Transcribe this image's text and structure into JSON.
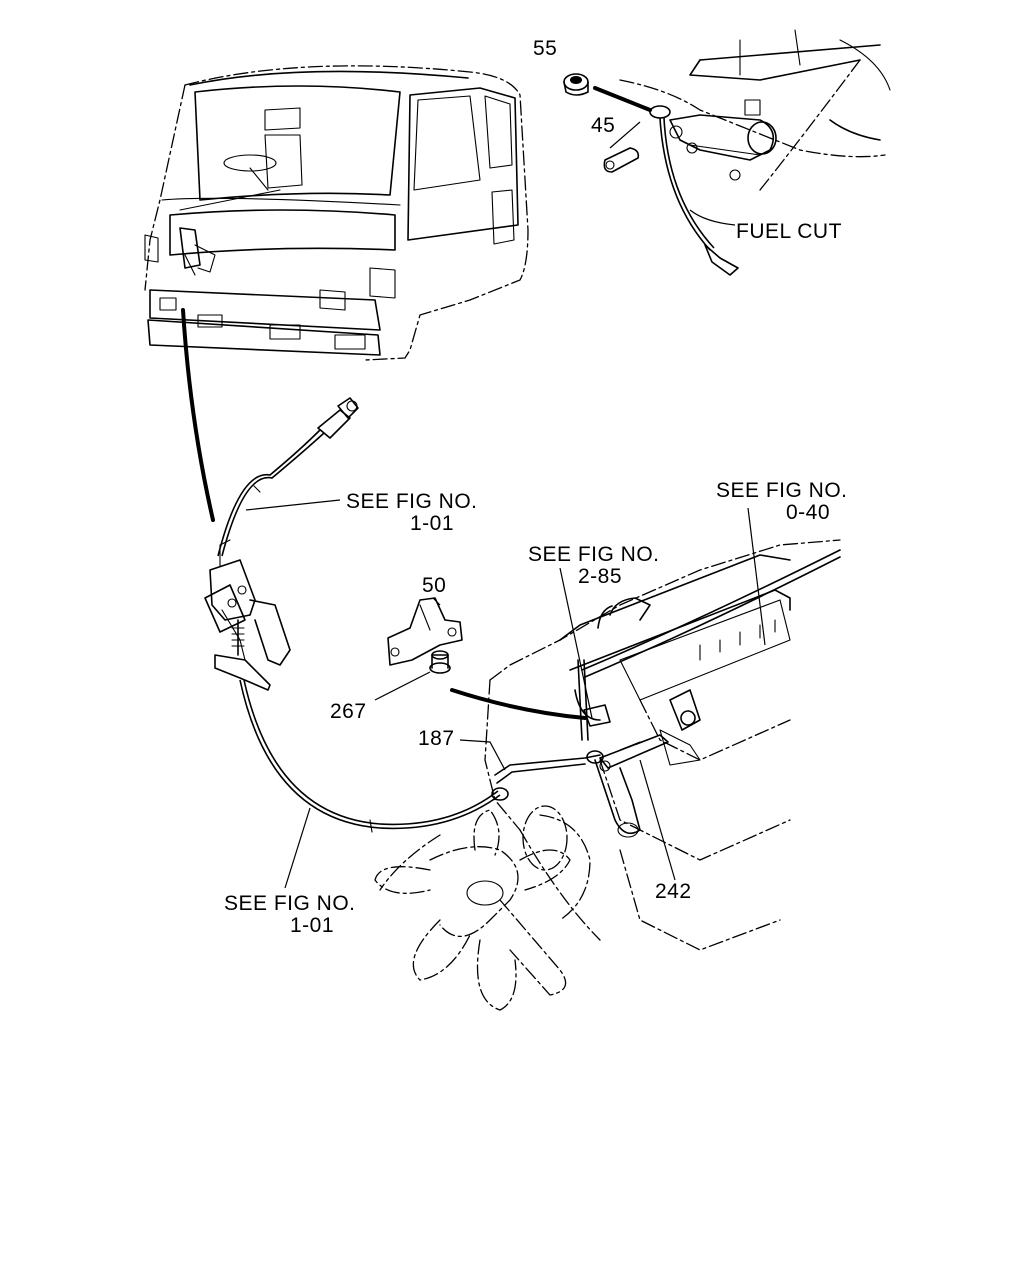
{
  "callouts": {
    "c55": "55",
    "c45": "45",
    "c50": "50",
    "c267": "267",
    "c187": "187",
    "c242": "242"
  },
  "labels": {
    "fuel_cut": "FUEL CUT",
    "ref_1_01_top_l1": "SEE FIG NO.",
    "ref_1_01_top_l2": "1-01",
    "ref_0_40_l1": "SEE FIG NO.",
    "ref_0_40_l2": "0-40",
    "ref_2_85_l1": "SEE FIG NO.",
    "ref_2_85_l2": "2-85",
    "ref_1_01_bot_l1": "SEE FIG NO.",
    "ref_1_01_bot_l2": "1-01"
  }
}
